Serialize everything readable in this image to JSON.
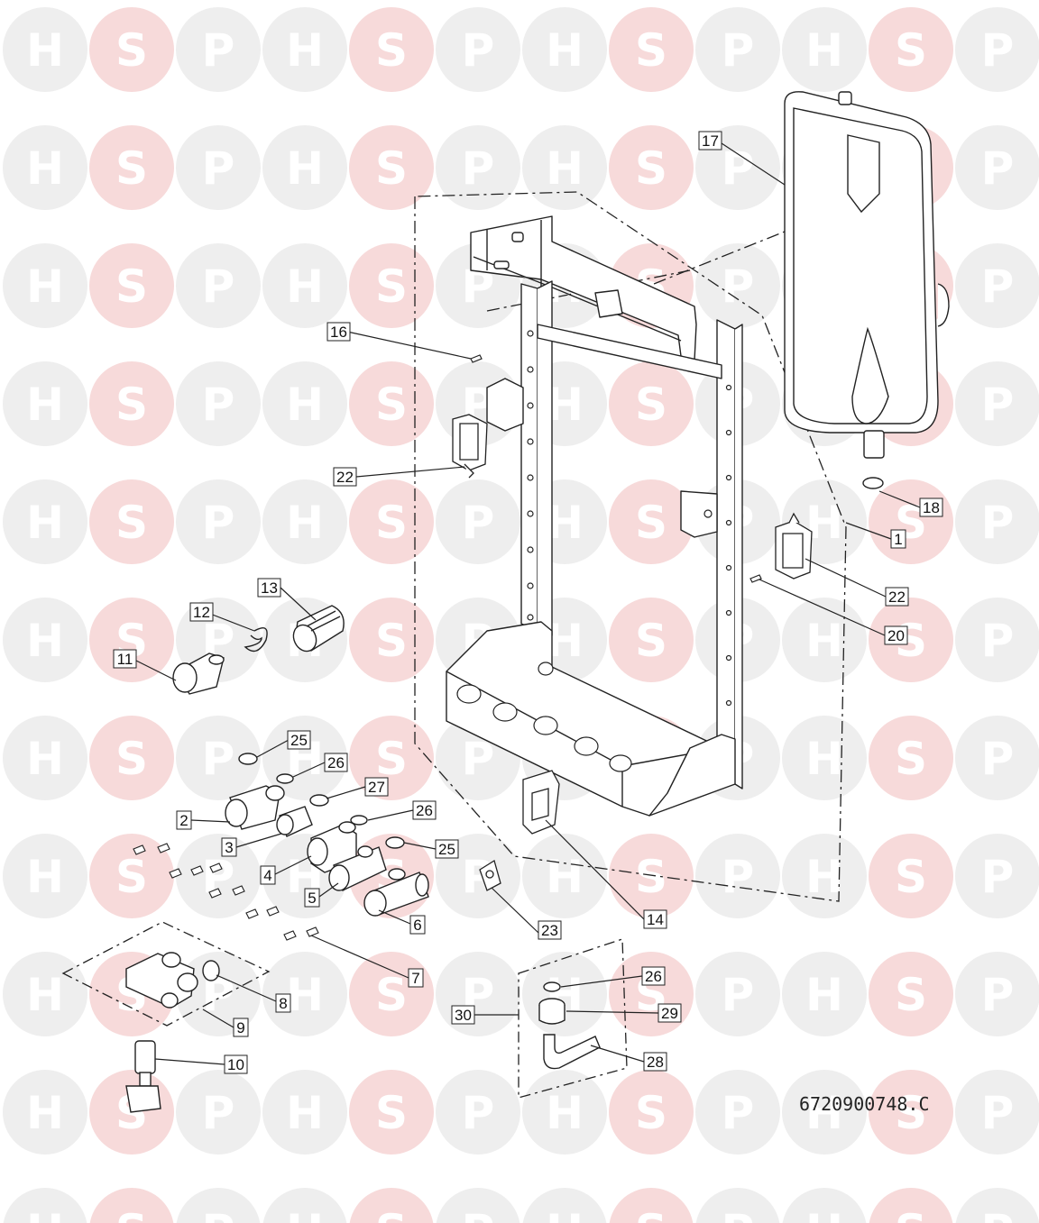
{
  "watermark": {
    "letters": [
      "H",
      "S",
      "P"
    ],
    "grey_color": "#eeeeee",
    "pink_color": "#f7dada"
  },
  "callouts": [
    {
      "id": "17"
    },
    {
      "id": "16"
    },
    {
      "id": "22a",
      "text": "22"
    },
    {
      "id": "18"
    },
    {
      "id": "1"
    },
    {
      "id": "22b",
      "text": "22"
    },
    {
      "id": "20"
    },
    {
      "id": "13"
    },
    {
      "id": "12"
    },
    {
      "id": "11"
    },
    {
      "id": "25a",
      "text": "25"
    },
    {
      "id": "26a",
      "text": "26"
    },
    {
      "id": "27"
    },
    {
      "id": "26b",
      "text": "26"
    },
    {
      "id": "2"
    },
    {
      "id": "3"
    },
    {
      "id": "25b",
      "text": "25"
    },
    {
      "id": "4"
    },
    {
      "id": "5"
    },
    {
      "id": "6"
    },
    {
      "id": "23"
    },
    {
      "id": "14"
    },
    {
      "id": "7"
    },
    {
      "id": "8"
    },
    {
      "id": "9"
    },
    {
      "id": "10"
    },
    {
      "id": "26c",
      "text": "26"
    },
    {
      "id": "30"
    },
    {
      "id": "29"
    },
    {
      "id": "28"
    }
  ],
  "labels": {
    "l17": "17",
    "l16": "16",
    "l22a": "22",
    "l18": "18",
    "l1": "1",
    "l22b": "22",
    "l20": "20",
    "l13": "13",
    "l12": "12",
    "l11": "11",
    "l25a": "25",
    "l26a": "26",
    "l27": "27",
    "l26b": "26",
    "l2": "2",
    "l3": "3",
    "l25b": "25",
    "l4": "4",
    "l5": "5",
    "l6": "6",
    "l23": "23",
    "l14": "14",
    "l7": "7",
    "l8": "8",
    "l9": "9",
    "l10": "10",
    "l26c": "26",
    "l30": "30",
    "l29": "29",
    "l28": "28"
  },
  "drawing_code": "6720900748.C"
}
